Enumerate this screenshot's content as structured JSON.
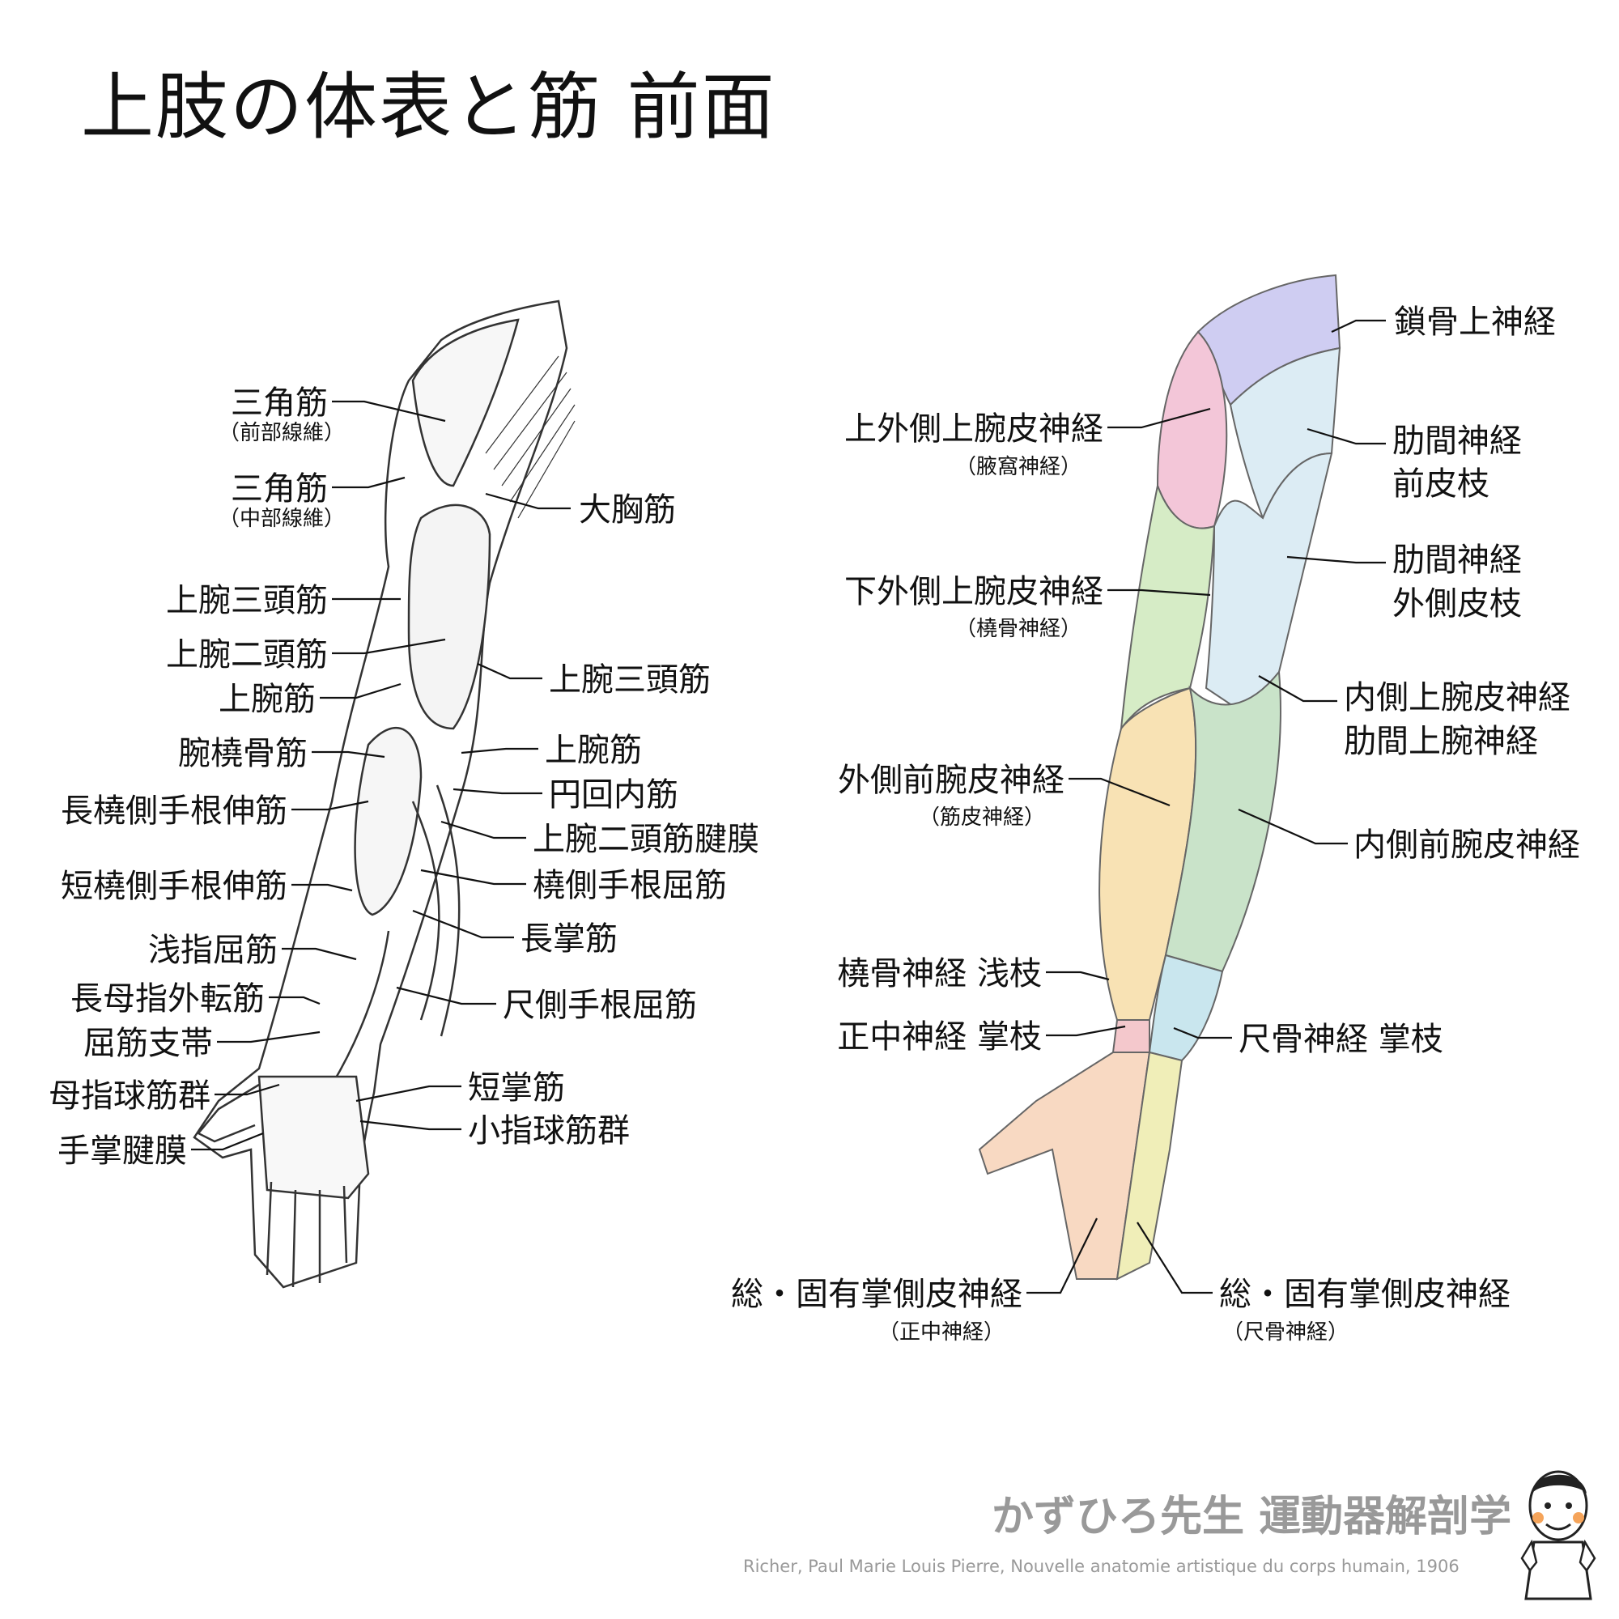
{
  "title": "上肢の体表と筋 前面",
  "left_labels": {
    "deltoid_ant": "三角筋",
    "deltoid_ant_sub": "（前部線維）",
    "deltoid_mid": "三角筋",
    "deltoid_mid_sub": "（中部線維）",
    "pectoralis_major": "大胸筋",
    "triceps_l": "上腕三頭筋",
    "biceps": "上腕二頭筋",
    "brachialis_l": "上腕筋",
    "triceps_r": "上腕三頭筋",
    "brachialis_r": "上腕筋",
    "brachioradialis": "腕橈骨筋",
    "pronator_teres": "円回内筋",
    "ecrl": "長橈側手根伸筋",
    "bicipital_aponeurosis": "上腕二頭筋腱膜",
    "fcr": "橈側手根屈筋",
    "ecrb": "短橈側手根伸筋",
    "palmaris_longus": "長掌筋",
    "fds": "浅指屈筋",
    "apl": "長母指外転筋",
    "fcu": "尺側手根屈筋",
    "flexor_retinaculum": "屈筋支帯",
    "palmaris_brevis": "短掌筋",
    "thenar": "母指球筋群",
    "hypothenar": "小指球筋群",
    "palmar_aponeurosis": "手掌腱膜"
  },
  "right_labels": {
    "supraclavicular": "鎖骨上神経",
    "sup_lat_brachial": "上外側上腕皮神経",
    "sup_lat_brachial_sub": "（腋窩神経）",
    "intercostal_ant_1": "肋間神経",
    "intercostal_ant_2": "前皮枝",
    "intercostal_lat_1": "肋間神経",
    "intercostal_lat_2": "外側皮枝",
    "inf_lat_brachial": "下外側上腕皮神経",
    "inf_lat_brachial_sub": "（橈骨神経）",
    "medial_brachial_1": "内側上腕皮神経",
    "medial_brachial_2": "肋間上腕神経",
    "lat_antebrachial": "外側前腕皮神経",
    "lat_antebrachial_sub": "（筋皮神経）",
    "med_antebrachial": "内側前腕皮神経",
    "radial_superficial": "橈骨神経 浅枝",
    "median_palmar": "正中神経 掌枝",
    "ulnar_palmar": "尺骨神経 掌枝",
    "digital_median": "総・固有掌側皮神経",
    "digital_median_sub": "（正中神経）",
    "digital_ulnar": "総・固有掌側皮神経",
    "digital_ulnar_sub": "（尺骨神経）"
  },
  "brand": "かずひろ先生 運動器解剖学",
  "credit": "Richer, Paul Marie Louis Pierre, Nouvelle anatomie artistique du corps humain, 1906",
  "colors": {
    "supraclavicular": "#cfcdf2",
    "axillary": "#f3c6d8",
    "intercostal": "#dcecf4",
    "radial": "#d6ecc6",
    "musculocutaneous": "#f8e2b4",
    "med_antebrachial": "#c9e3c9",
    "ulnar": "#f0eeb8",
    "median": "#f8d9c2",
    "ulnar_palmar": "#c9e6ee",
    "median_palmar": "#f4c8cc"
  }
}
